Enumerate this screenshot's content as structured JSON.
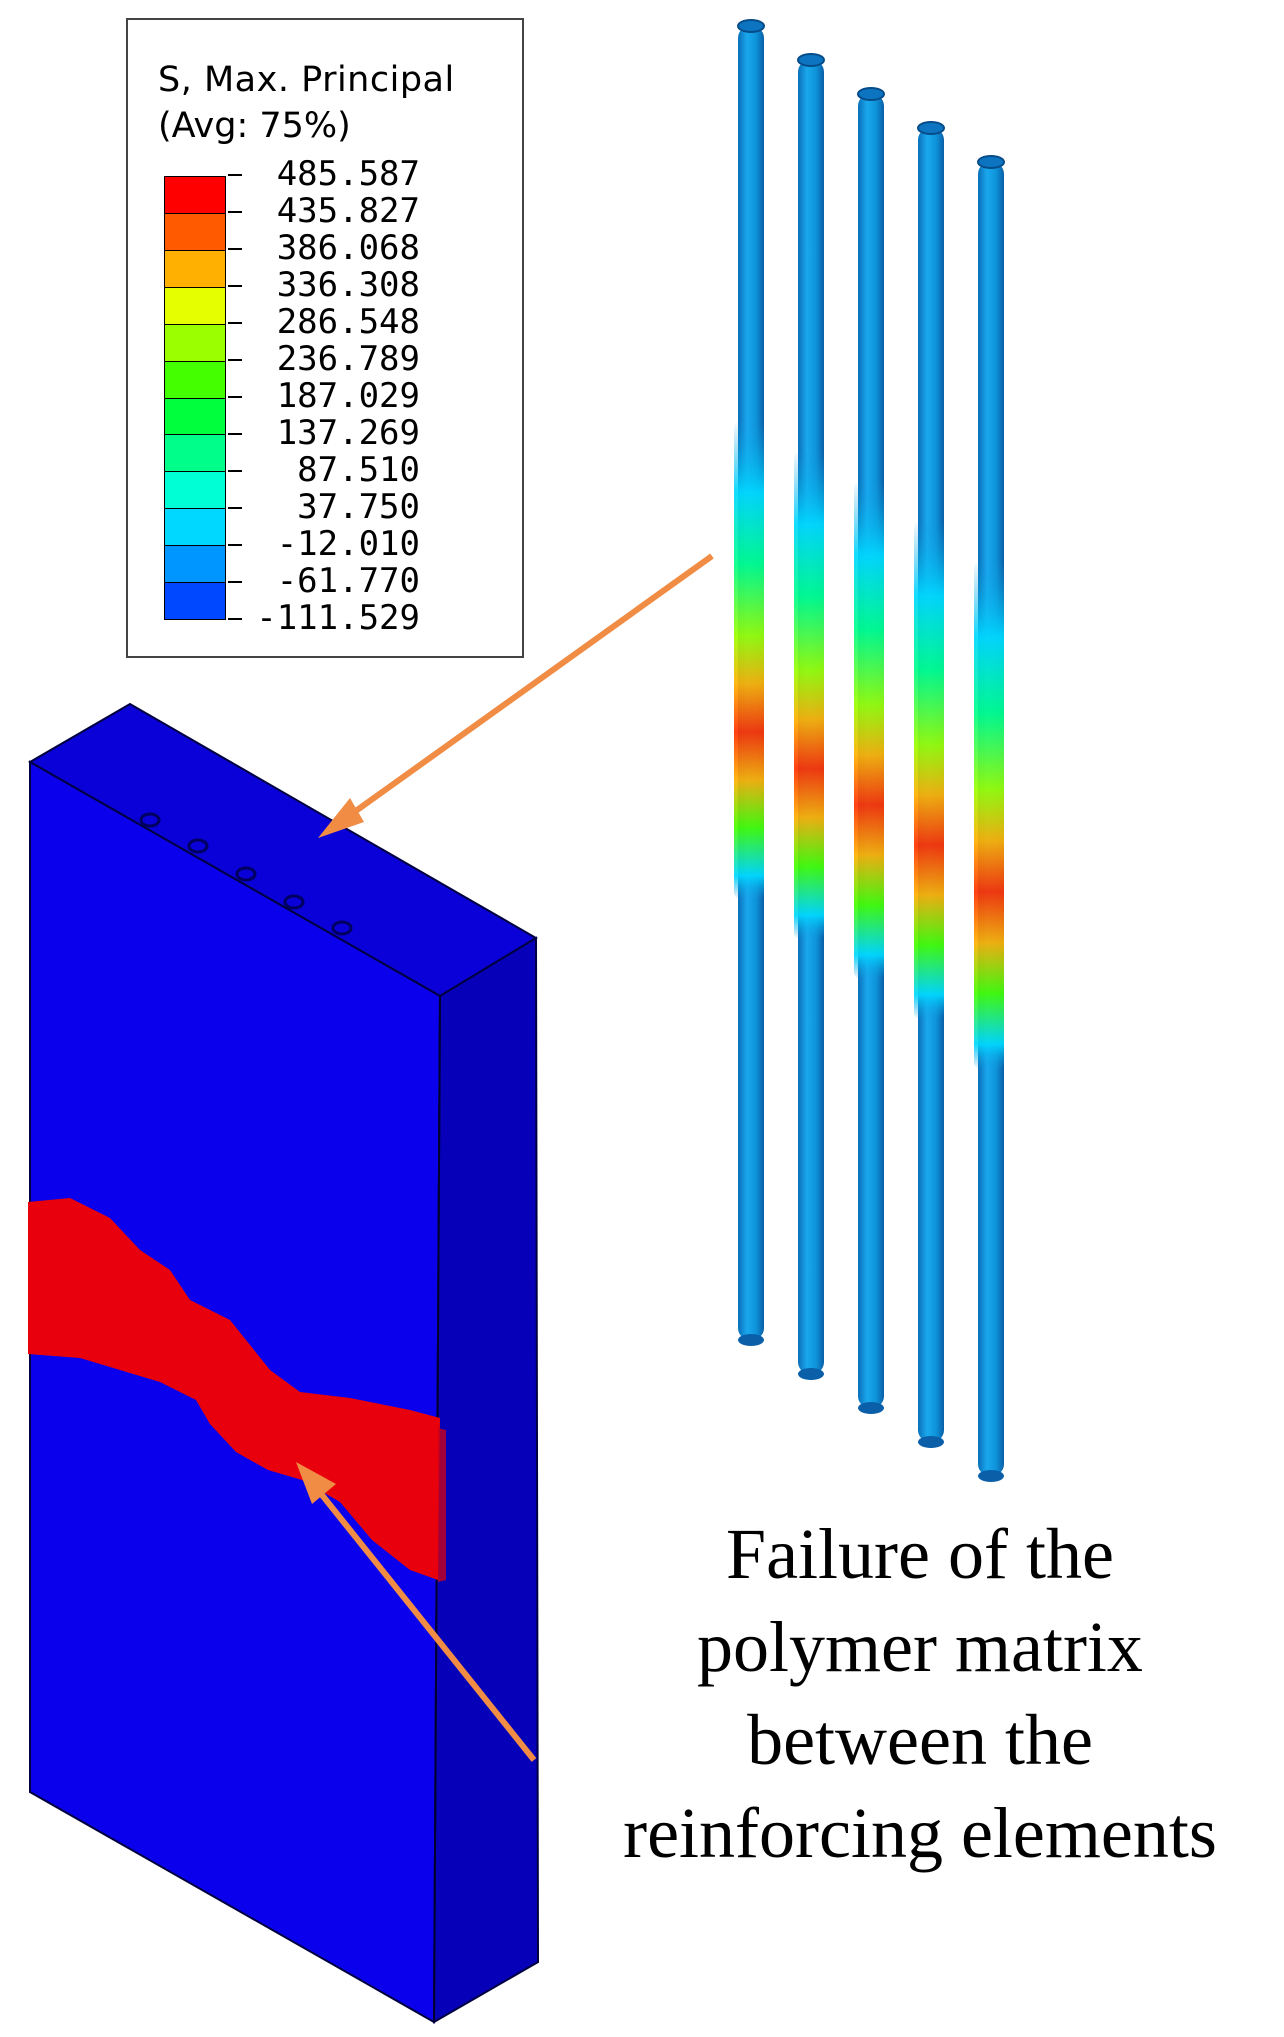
{
  "legend": {
    "title": "S, Max. Principal",
    "subtitle": "(Avg: 75%)",
    "values": [
      "485.587",
      "435.827",
      "386.068",
      "336.308",
      "286.548",
      "236.789",
      "187.029",
      "137.269",
      "87.510",
      "37.750",
      "-12.010",
      "-61.770",
      "-111.529"
    ],
    "colors": [
      "#ff0000",
      "#ff5a00",
      "#ffb000",
      "#e6ff00",
      "#9bff00",
      "#44ff00",
      "#00ff3c",
      "#00ff8a",
      "#00ffd4",
      "#00d8ff",
      "#0096ff",
      "#0048ff"
    ]
  },
  "caption": {
    "lines": [
      "Failure of the",
      "polymer matrix",
      "between the",
      "reinforcing elements"
    ]
  },
  "colors": {
    "matrix_blue": "#0a00ec",
    "matrix_side": "#0600b8",
    "failure_red": "#e8000c",
    "rod_blue": "#0e9be0",
    "arrow_orange": "#f08c44"
  }
}
